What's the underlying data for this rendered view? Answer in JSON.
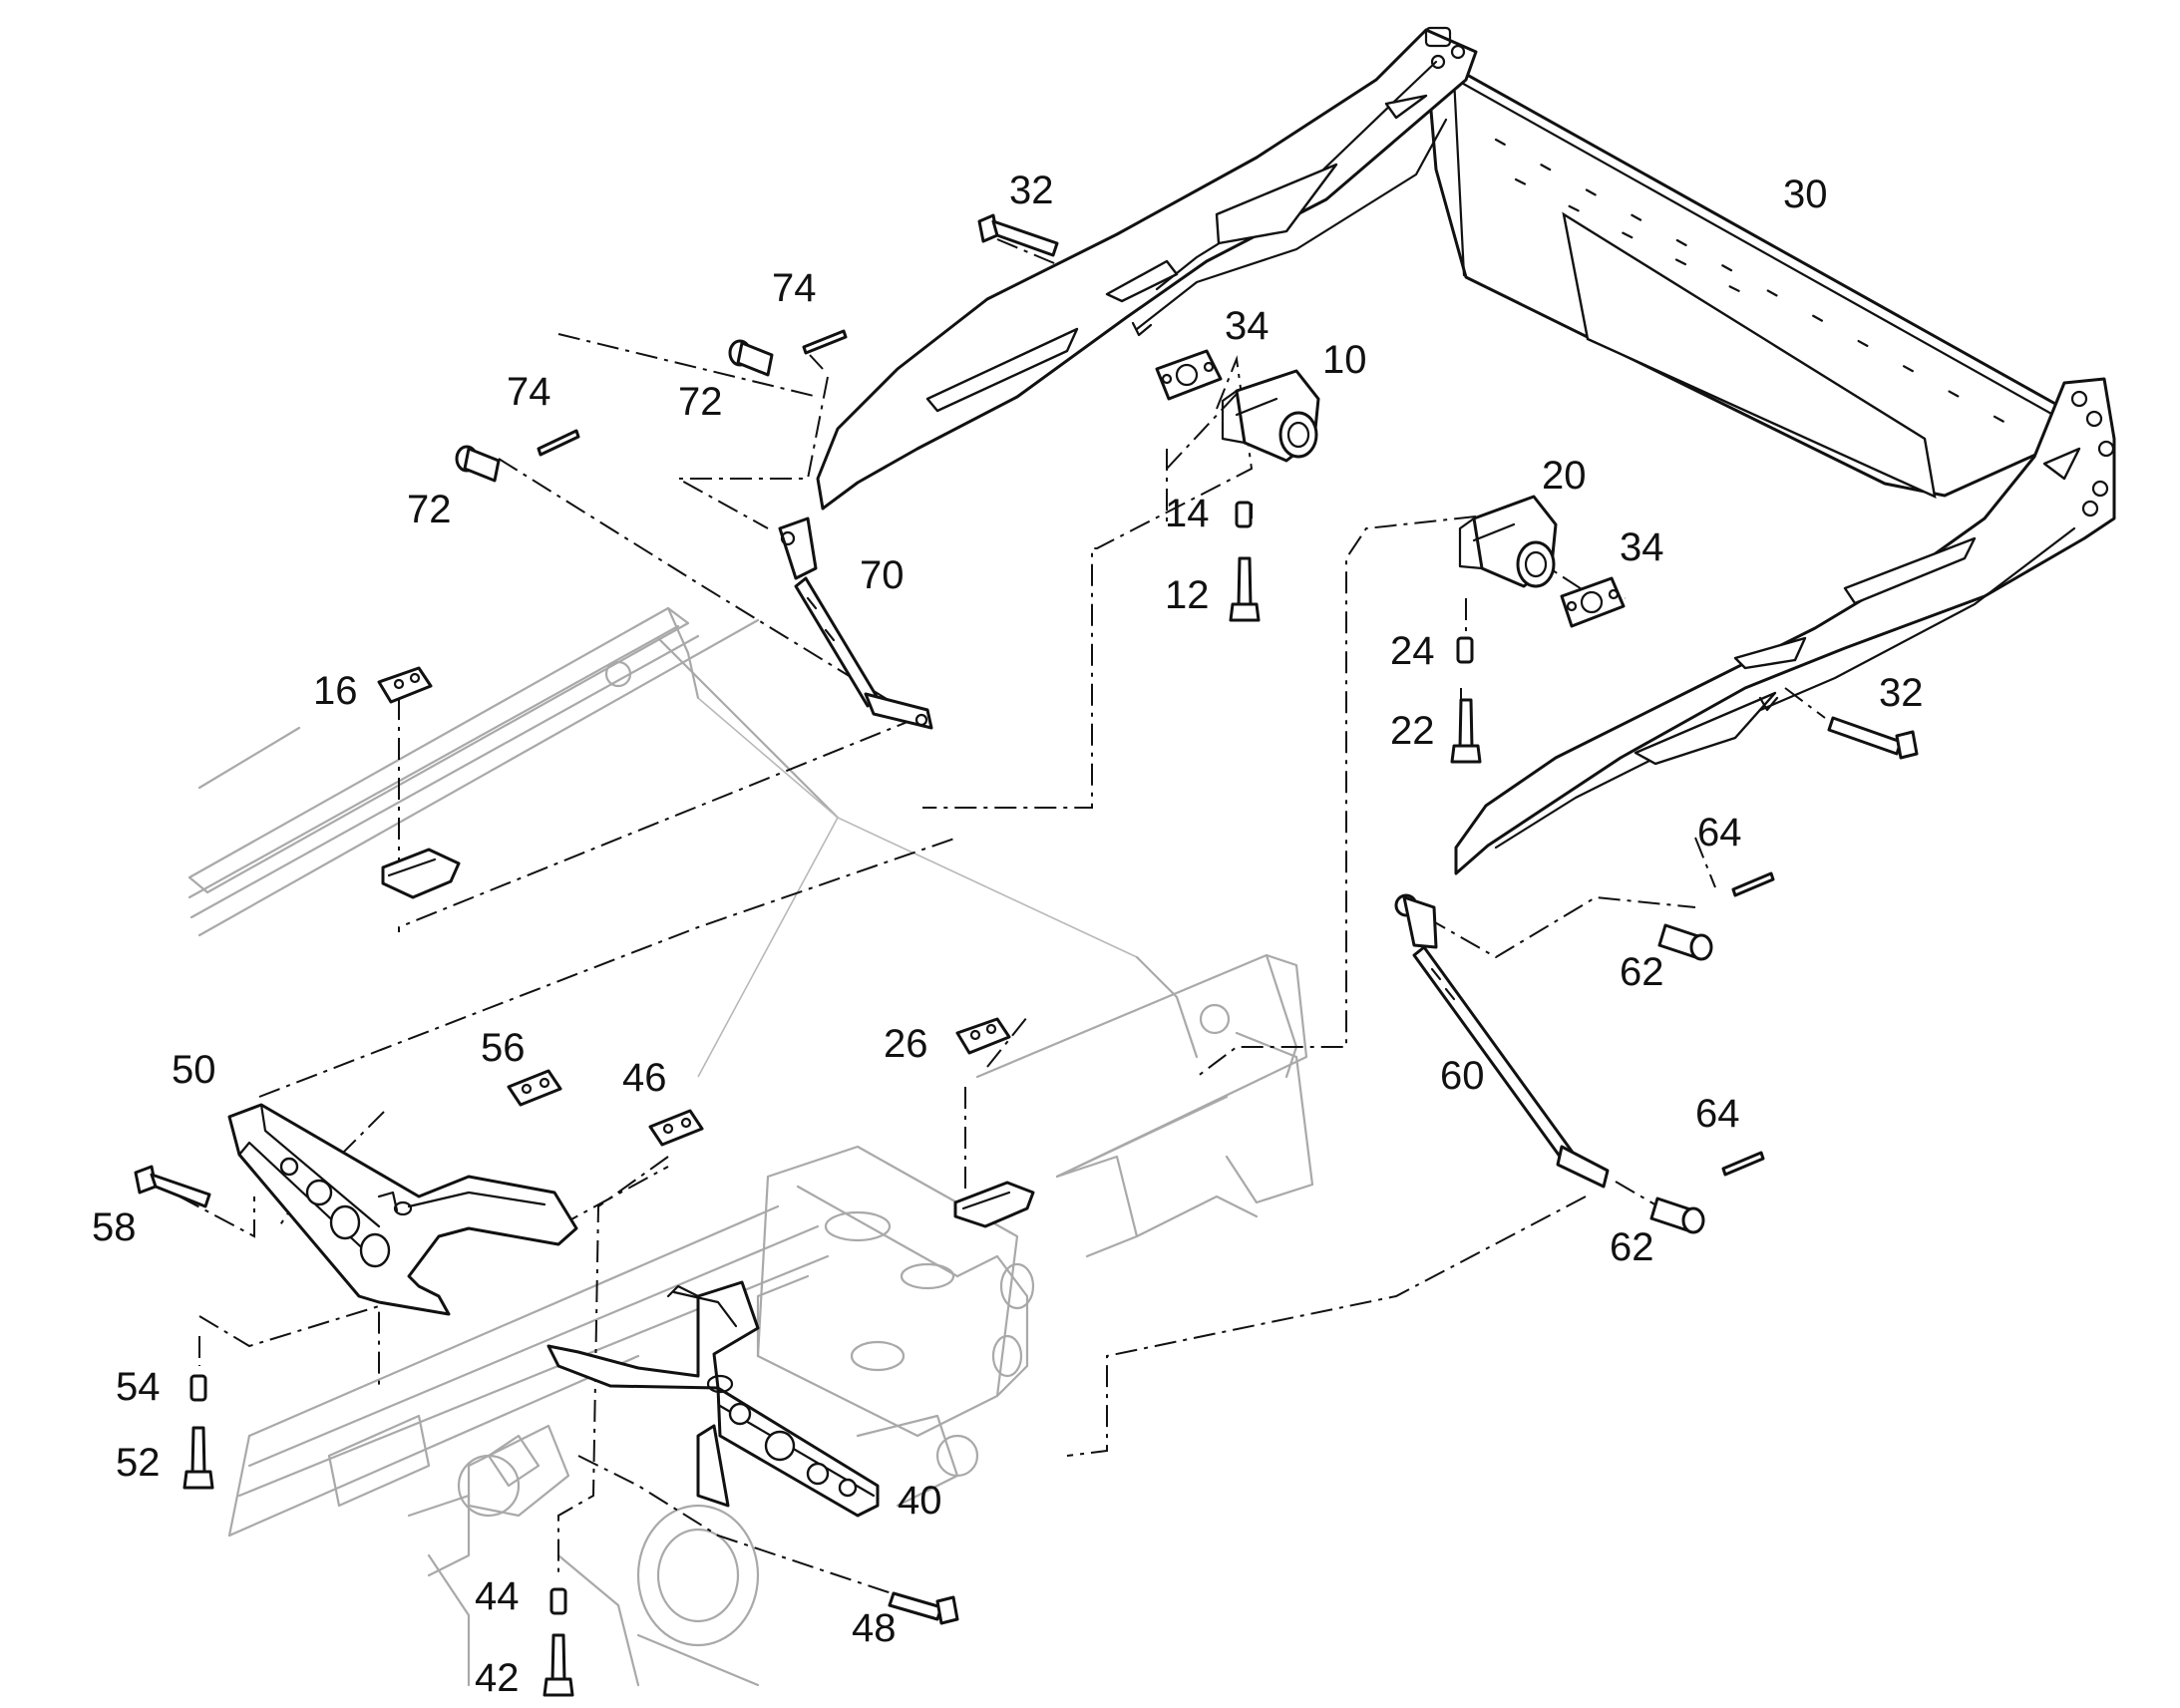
{
  "diagram": {
    "colors": {
      "outline": "#111111",
      "ghost": "#a9a9a9",
      "background": "#ffffff"
    },
    "callouts": [
      {
        "id": "c-30",
        "label": "30"
      },
      {
        "id": "c-32a",
        "label": "32"
      },
      {
        "id": "c-32b",
        "label": "32"
      },
      {
        "id": "c-74a",
        "label": "74"
      },
      {
        "id": "c-74b",
        "label": "74"
      },
      {
        "id": "c-72a",
        "label": "72"
      },
      {
        "id": "c-72b",
        "label": "72"
      },
      {
        "id": "c-34a",
        "label": "34"
      },
      {
        "id": "c-34b",
        "label": "34"
      },
      {
        "id": "c-10",
        "label": "10"
      },
      {
        "id": "c-20",
        "label": "20"
      },
      {
        "id": "c-14",
        "label": "14"
      },
      {
        "id": "c-12",
        "label": "12"
      },
      {
        "id": "c-24",
        "label": "24"
      },
      {
        "id": "c-22",
        "label": "22"
      },
      {
        "id": "c-70",
        "label": "70"
      },
      {
        "id": "c-16",
        "label": "16"
      },
      {
        "id": "c-64a",
        "label": "64"
      },
      {
        "id": "c-64b",
        "label": "64"
      },
      {
        "id": "c-62a",
        "label": "62"
      },
      {
        "id": "c-62b",
        "label": "62"
      },
      {
        "id": "c-60",
        "label": "60"
      },
      {
        "id": "c-26",
        "label": "26"
      },
      {
        "id": "c-50",
        "label": "50"
      },
      {
        "id": "c-56",
        "label": "56"
      },
      {
        "id": "c-46",
        "label": "46"
      },
      {
        "id": "c-58",
        "label": "58"
      },
      {
        "id": "c-54",
        "label": "54"
      },
      {
        "id": "c-52",
        "label": "52"
      },
      {
        "id": "c-40",
        "label": "40"
      },
      {
        "id": "c-44",
        "label": "44"
      },
      {
        "id": "c-42",
        "label": "42"
      },
      {
        "id": "c-48",
        "label": "48"
      }
    ]
  }
}
